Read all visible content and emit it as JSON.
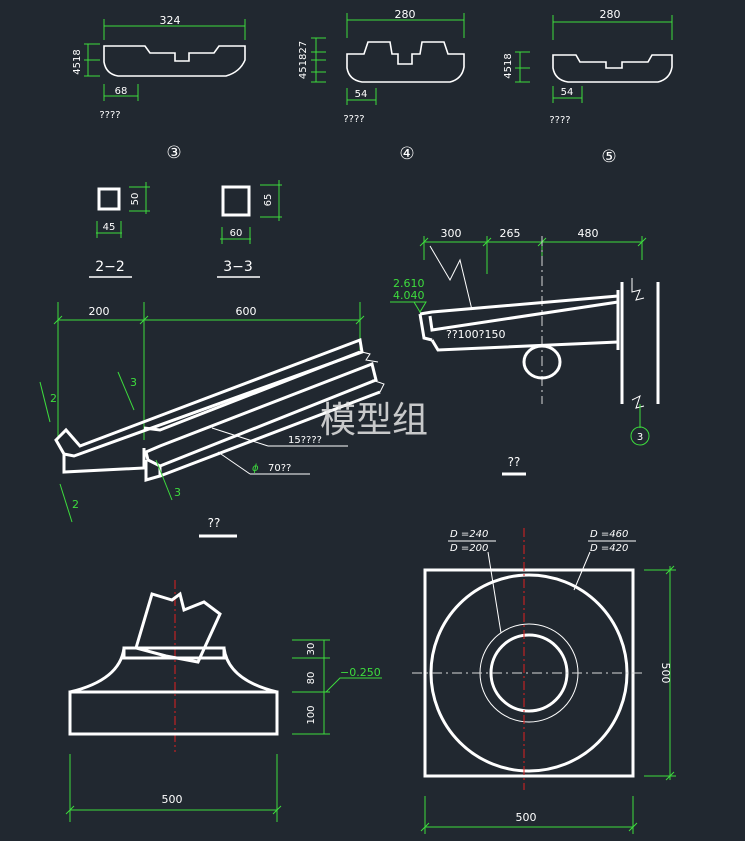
{
  "dims": {
    "d324": "324",
    "d45_18_a": "4518",
    "d68": "68",
    "d280_a": "280",
    "d4518_27": "451827",
    "d54_a": "54",
    "d280_b": "280",
    "d45_18_b": "4518",
    "d54_b": "54",
    "d45": "45",
    "d50": "50",
    "d60": "60",
    "d65": "65",
    "d200_top": "200",
    "d600": "600",
    "d300": "300",
    "d265": "265",
    "d480": "480",
    "d30": "30",
    "d80": "80",
    "d100": "100",
    "d500_left": "500",
    "d500_right_h": "500",
    "d500_right_v": "500"
  },
  "labels": {
    "q1": "????",
    "q2": "????",
    "q3": "????",
    "c3": "③",
    "c4": "④",
    "c5": "⑤",
    "sec22": "2−2",
    "sec33": "3−3",
    "elev1": "2.610",
    "elev2": "4.040",
    "pipe": "??100?150",
    "circ3": "3",
    "qq_right": "??",
    "qq_left": "??",
    "s2a": "2",
    "s2b": "2",
    "s3a": "3",
    "s3b": "3",
    "note15": "15????",
    "phi": "ϕ",
    "note70": "70??",
    "lv": "−0.250",
    "dA1": "D =240",
    "dA2": "D =200",
    "dB1": "D =460",
    "dB2": "D =420"
  },
  "watermark": "模型组",
  "colors": {
    "background": "#212830",
    "line": "#ffffff",
    "dimension": "#3ddc3d",
    "centerline": "#e02020"
  }
}
